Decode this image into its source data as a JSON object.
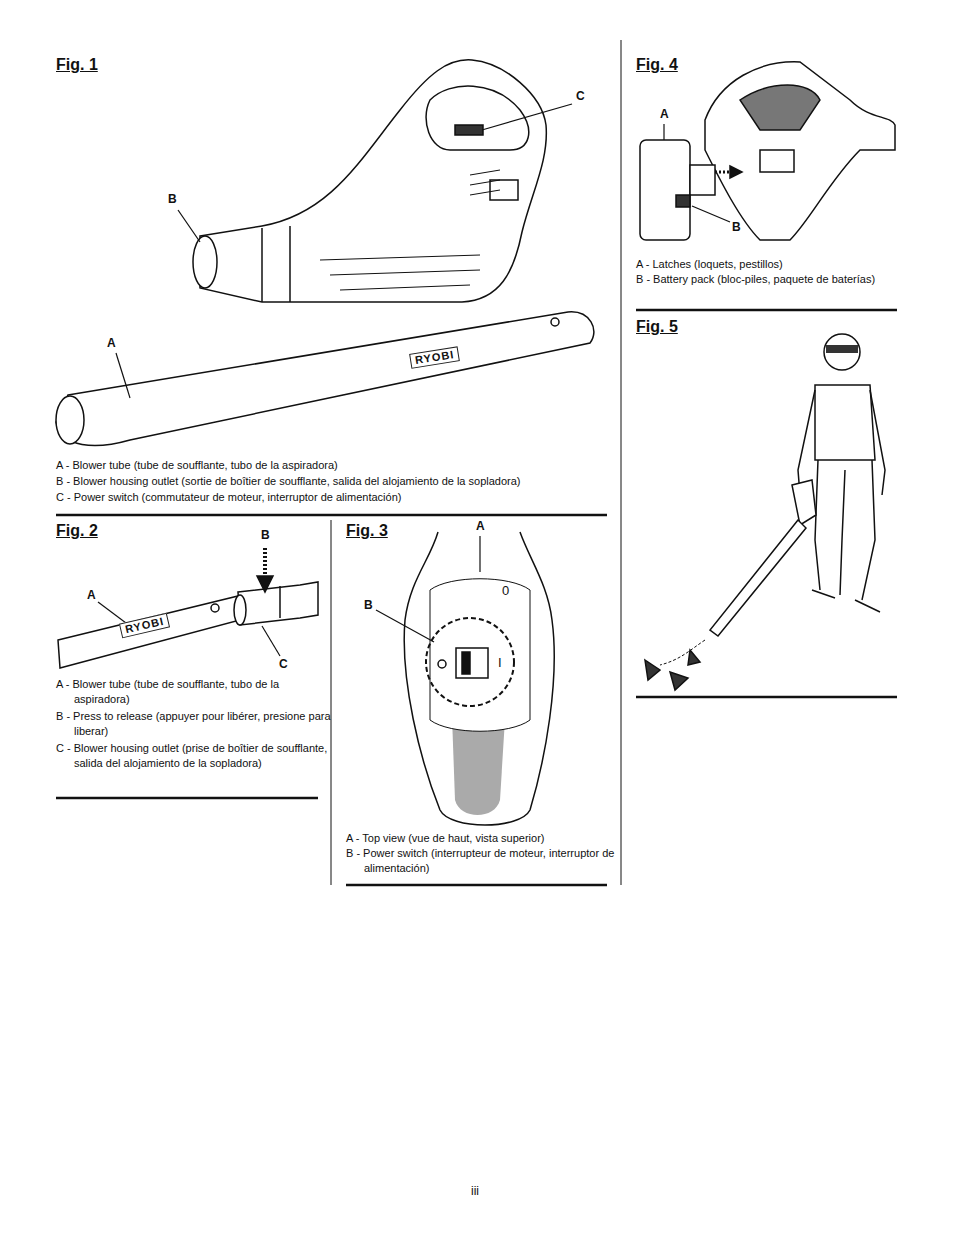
{
  "diagram": {
    "labels": [
      "Fig. 1",
      "C",
      "B",
      "A",
      "RYOBI",
      "A - Blower tube (tube de soufflante, tubo de la aspiradora)",
      "B - Blower housing outlet (sortie de boîtier de soufflante, salida del alojamiento de la sopladora)",
      "C - Power switch (commutateur de moteur, interruptor de alimentación)",
      "Fig. 2",
      "B",
      "A",
      "RYOBI",
      "C",
      "A - Blower tube (tube de soufflante, tubo de la aspiradora)",
      "B - Press to release (appuyer pour libérer, presione para liberar)",
      "C - Blower housing outlet (prise de boîtier de soufflante, salida del alojamiento de la sopladora)",
      "Fig. 3",
      "A",
      "B",
      "0",
      "I",
      "A - Top view (vue de haut, vista superior)",
      "B - Power switch (interrupteur de moteur, interruptor de alimentación)",
      "Fig. 4",
      "A",
      "B",
      "A - Latches (loquets, pestillos)",
      "B - Battery pack (bloc-piles, paquete de baterías)",
      "Fig. 5",
      "iii"
    ]
  }
}
